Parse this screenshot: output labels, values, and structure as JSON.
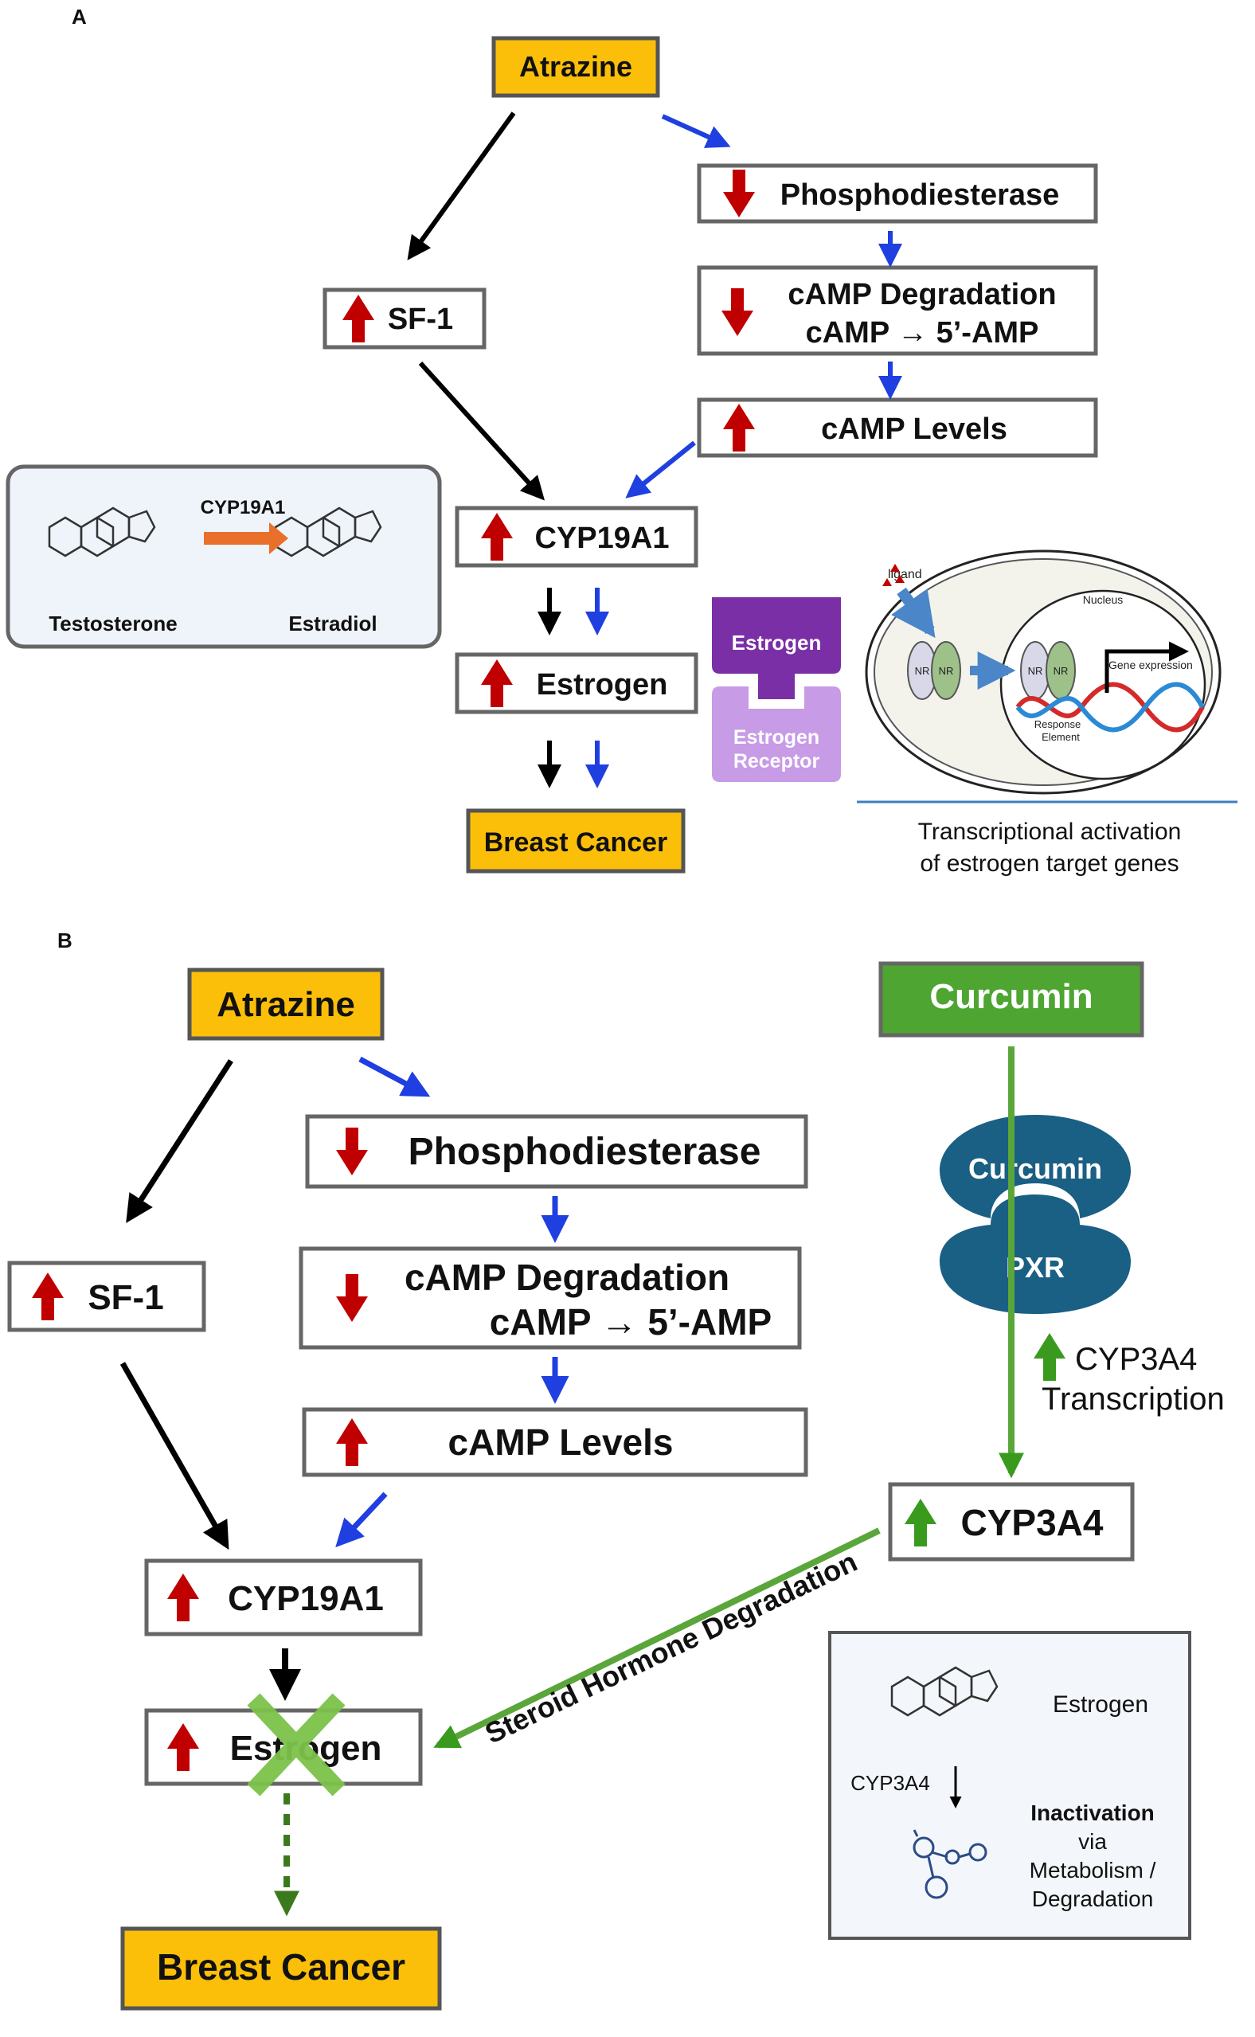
{
  "panels": {
    "a": {
      "label": "A",
      "atrazine": "Atrazine",
      "phosphodiesterase": "Phosphodiesterase",
      "camp_degradation": "cAMP Degradation",
      "camp_conversion": "cAMP → 5’-AMP",
      "camp_levels": "cAMP Levels",
      "sf1": "SF-1",
      "cyp19a1": "CYP19A1",
      "estrogen": "Estrogen",
      "breast_cancer": "Breast Cancer",
      "inset": {
        "enzyme": "CYP19A1",
        "substrate": "Testosterone",
        "product": "Estradiol"
      },
      "receptor": {
        "ligand": "Estrogen",
        "receptor_line1": "Estrogen",
        "receptor_line2": "Receptor"
      },
      "nucleus_panel": {
        "ligand": "ligand",
        "nucleus": "Nucleus",
        "nr": "NR",
        "gene_expression": "Gene expression",
        "response_line1": "Response",
        "response_line2": "Element",
        "caption_line1": "Transcriptional activation",
        "caption_line2": "of estrogen target genes"
      }
    },
    "b": {
      "label": "B",
      "atrazine": "Atrazine",
      "curcumin": "Curcumin",
      "phosphodiesterase": "Phosphodiesterase",
      "camp_degradation": "cAMP Degradation",
      "camp_conversion": "cAMP → 5’-AMP",
      "camp_levels": "cAMP Levels",
      "sf1": "SF-1",
      "cyp19a1": "CYP19A1",
      "estrogen": "Estrogen",
      "breast_cancer": "Breast Cancer",
      "pxr_top": "Curcumin",
      "pxr_bottom": "PXR",
      "transcription_line1": "CYP3A4",
      "transcription_line2": "Transcription",
      "cyp3a4": "CYP3A4",
      "degradation_label": "Steroid Hormone Degradation",
      "inset": {
        "estrogen": "Estrogen",
        "enzyme": "CYP3A4",
        "line1": "Inactivation",
        "line2": "via",
        "line3": "Metabolism /",
        "line4": "Degradation"
      }
    }
  },
  "colors": {
    "up_arrow": "#c00000",
    "down_arrow": "#c00000",
    "green_arrow": "#3a9a1e",
    "blue_arrow": "#1f3fe0",
    "orange_box": "#fbbf0a",
    "curcumin_box": "#4ea532",
    "pxr": "#1a5f84",
    "estrogen_ligand": "#7a2fa6",
    "estrogen_receptor": "#c79be6"
  },
  "icons": [
    "up-arrow-icon",
    "down-arrow-icon",
    "cross-icon",
    "molecule-icon"
  ]
}
